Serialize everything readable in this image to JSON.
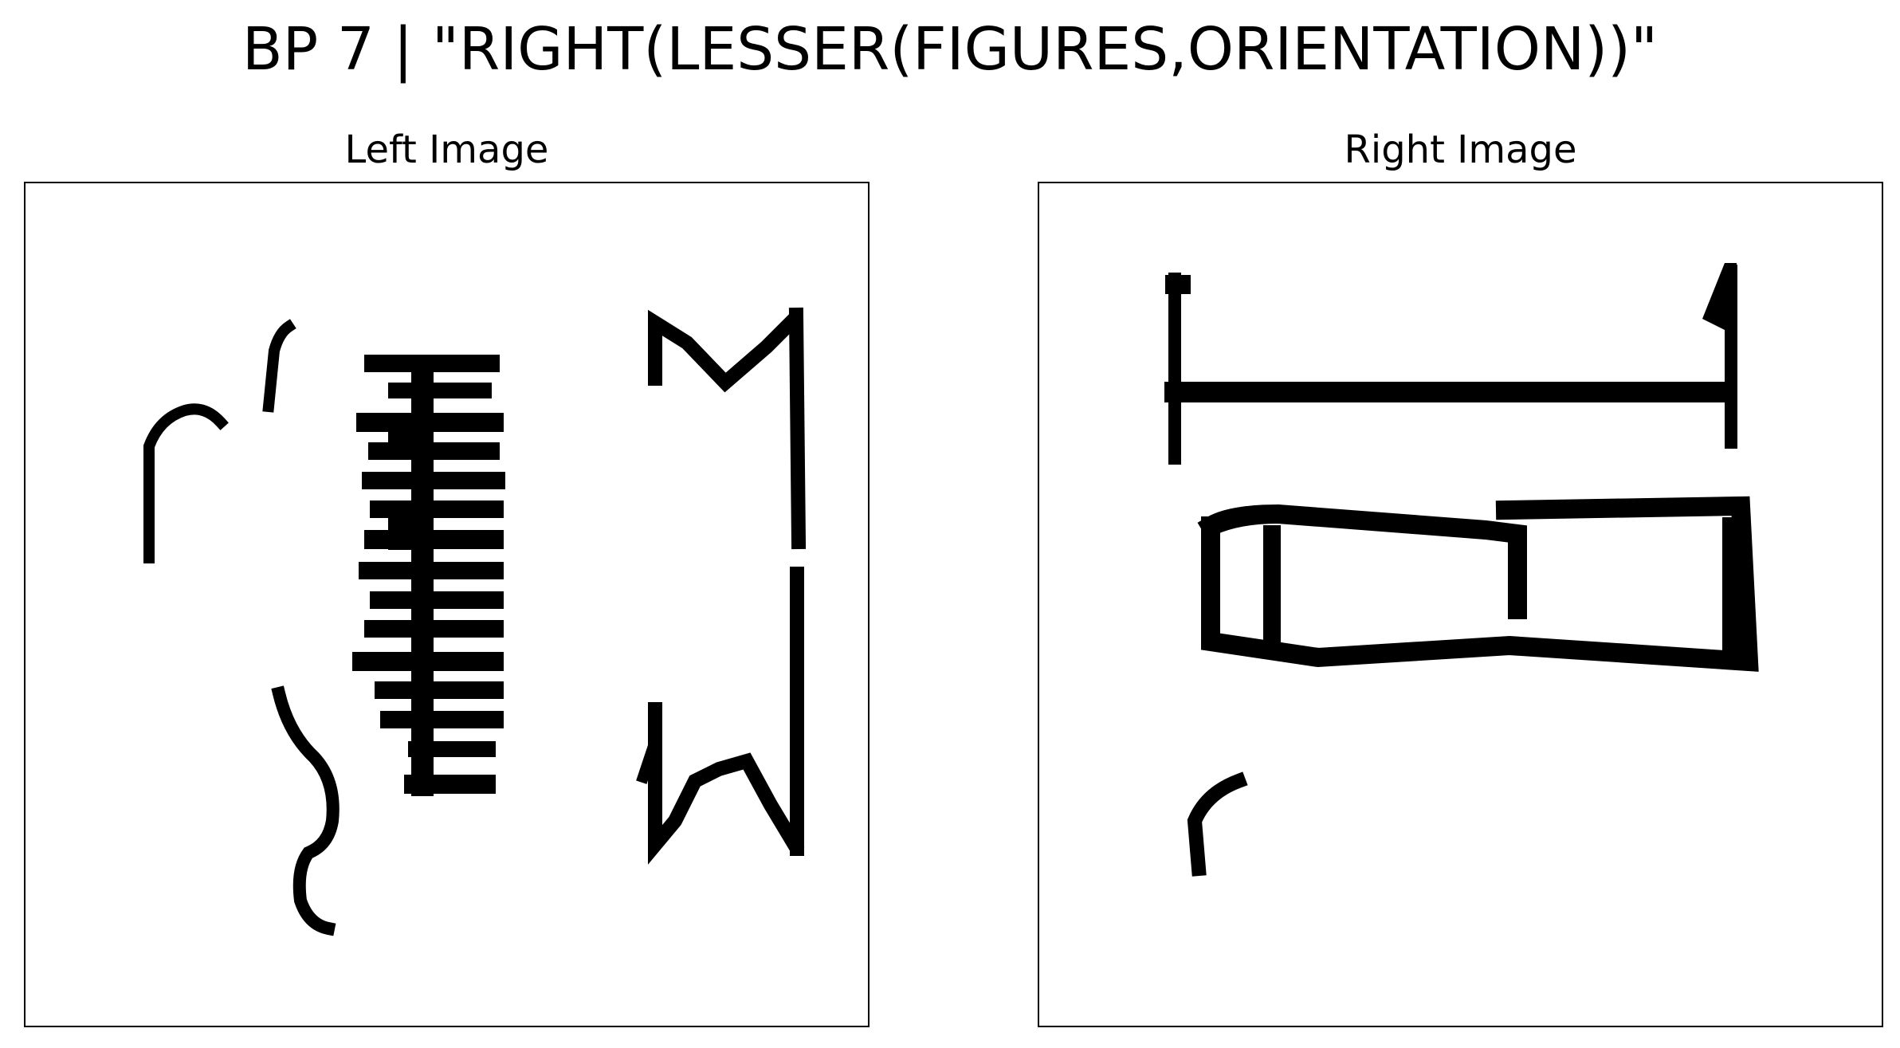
{
  "figure": {
    "title": "BP 7 | \"RIGHT(LESSER(FIGURES,ORIENTATION))\""
  },
  "panels": {
    "left": {
      "title": "Left Image"
    },
    "right": {
      "title": "Right Image"
    }
  },
  "colors": {
    "ink": "#000000",
    "background": "#ffffff",
    "frame": "#000000"
  }
}
